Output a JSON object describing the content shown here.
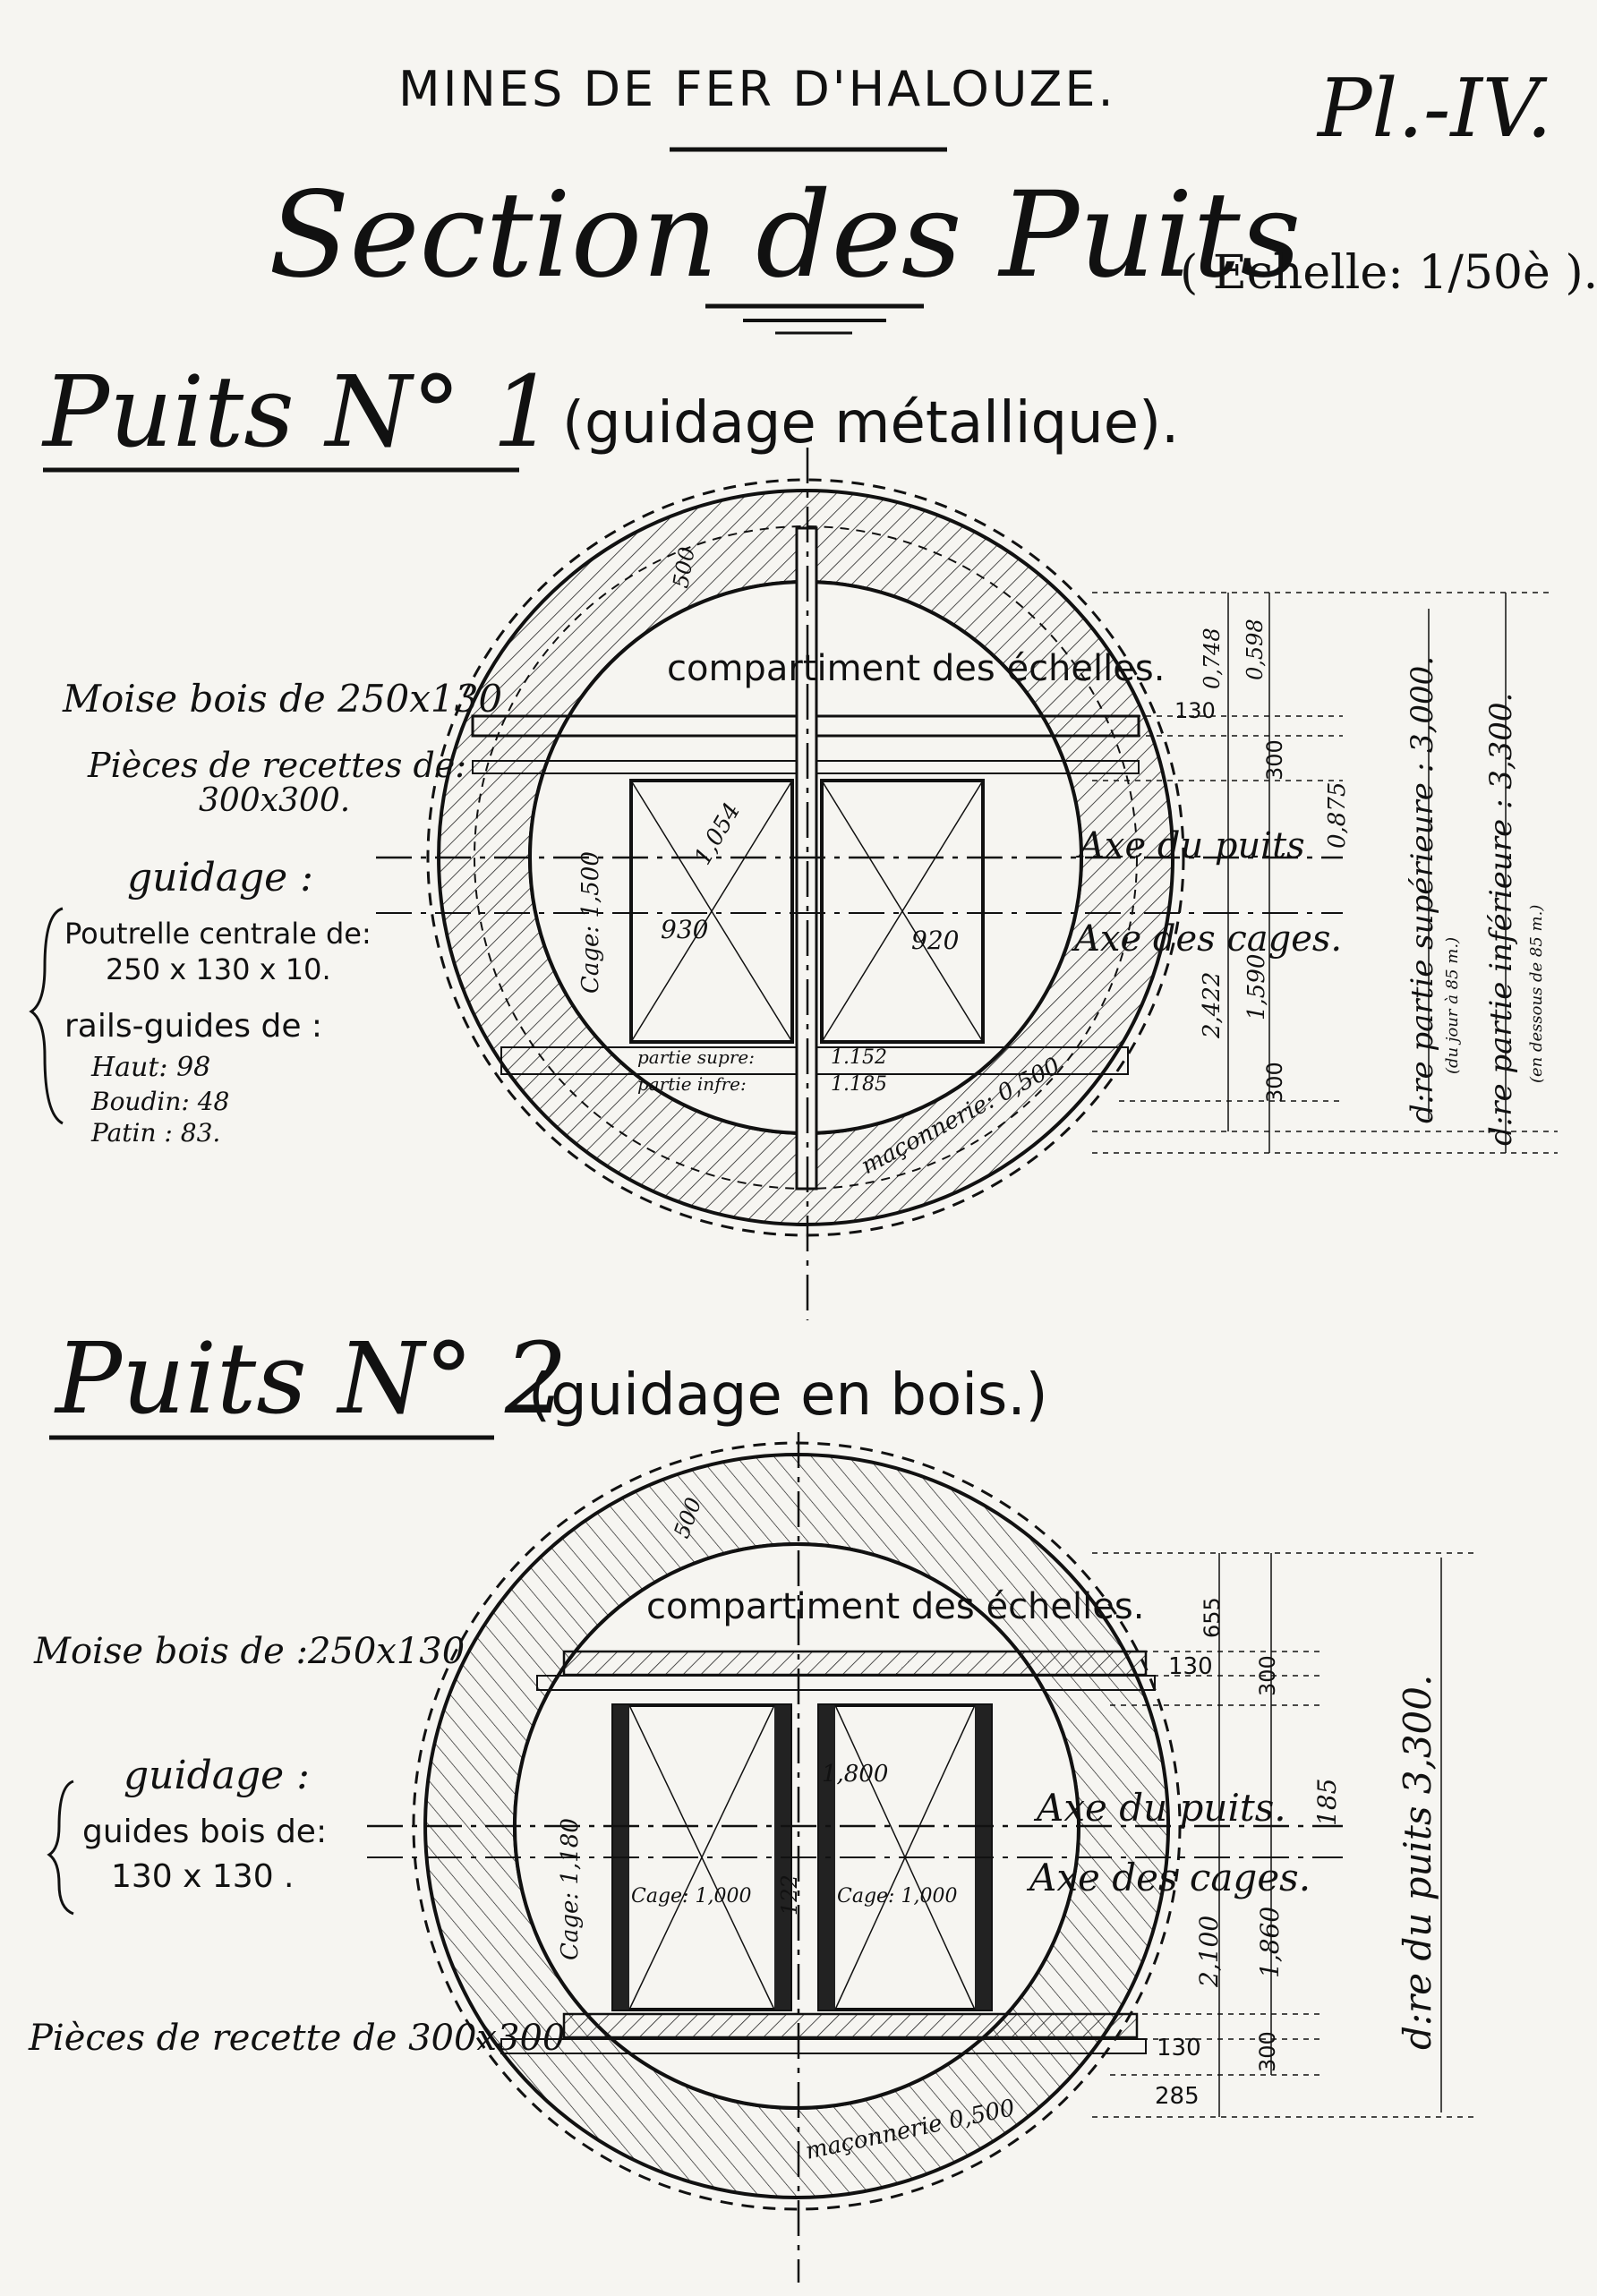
{
  "header": {
    "mine_title": "MINES DE FER D'HALOUZE.",
    "plate": "Pl.-IV.",
    "section_title": "Section des Puits",
    "scale": "( Echelle: 1/50è )."
  },
  "shaft1": {
    "title": "Puits N° 1",
    "subtitle": "(guidage métallique).",
    "ladder_compartment": "compartiment des échelles.",
    "left_labels": {
      "moise": "Moise bois de 250x130",
      "pieces_recette": "Pièces de recettes de:",
      "pieces_recette_dim": "300x300.",
      "guidage": "guidage :",
      "poutrelle": "Poutrelle centrale de:",
      "poutrelle_dim": "250 x 130 x 10.",
      "rails": "rails-guides de :",
      "haut": "Haut: 98",
      "boudin": "Boudin: 48",
      "patin": "Patin : 83."
    },
    "axis_puits": "Axe du puits",
    "axis_cages": "Axe des cages.",
    "cage_height": "Cage: 1,500",
    "cage_width": "930",
    "cage_width_right": "920",
    "diag_dim": "1,054",
    "masonry_thickness": "500",
    "masonry": "maçonnerie: 0,500",
    "partie_sup": "partie supre:",
    "partie_sup_val": "1.152",
    "partie_inf": "partie infre:",
    "partie_inf_val": "1.185",
    "right_dims": {
      "d1": "0,748",
      "d2": "0,598",
      "d3": "130",
      "d4": "300",
      "d5": "0,875",
      "d6": "2,422",
      "d7": "1,590",
      "d8": "300"
    },
    "diam_upper": "d:re partie supérieure : 3,000.",
    "diam_upper_note": "(du jour à 85 m.)",
    "diam_lower": "d:re partie inférieure : 3,300.",
    "diam_lower_note": "(en dessous de 85 m.)"
  },
  "shaft2": {
    "title": "Puits N° 2",
    "subtitle": "(guidage en bois.)",
    "ladder_compartment": "compartiment des échelles.",
    "left_labels": {
      "moise": "Moise bois de :250x130",
      "guidage": "guidage :",
      "guides": "guides bois de:",
      "guides_dim": "130 x 130 .",
      "pieces_recette": "Pièces de recette de 300x300"
    },
    "axis_puits": "Axe du puits.",
    "axis_cages": "Axe des cages.",
    "cage_height": "Cage: 1,180",
    "cage_width_left": "Cage: 1,000",
    "cage_width_right": "Cage: 1,000",
    "gap": "1,800",
    "mid": "122",
    "masonry_thickness": "500",
    "masonry": "maçonnerie 0,500",
    "right_dims": {
      "d1": "655",
      "d2": "130",
      "d3": "300",
      "d4": "185",
      "d5": "2,100",
      "d6": "1,860",
      "d7": "130",
      "d8": "300",
      "d9": "285"
    },
    "diam": "d:re du puits 3,300."
  }
}
